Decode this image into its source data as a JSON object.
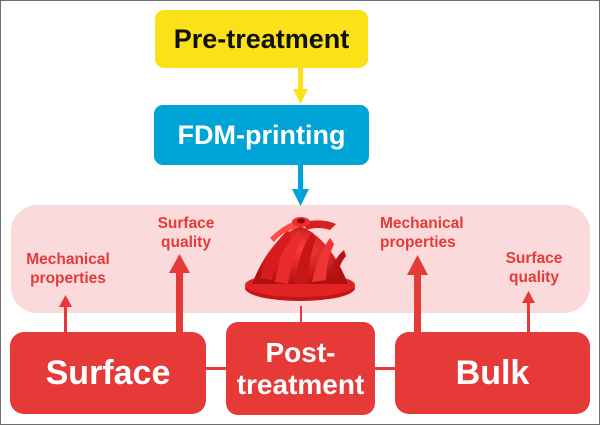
{
  "diagram": {
    "steps": {
      "pre_treatment": "Pre-treatment",
      "fdm_printing": "FDM-printing",
      "post_treatment_line1": "Post-",
      "post_treatment_line2": "treatment"
    },
    "branches": {
      "surface": {
        "label": "Surface",
        "outcomes": {
          "mechanical_line1": "Mechanical",
          "mechanical_line2": "properties",
          "quality_line1": "Surface",
          "quality_line2": "quality"
        }
      },
      "bulk": {
        "label": "Bulk",
        "outcomes": {
          "mechanical_line1": "Mechanical",
          "mechanical_line2": "properties",
          "quality_line1": "Surface",
          "quality_line2": "quality"
        }
      }
    },
    "image": "impeller-3d-printed-part",
    "colors": {
      "pre_treatment": "#fbe118",
      "fdm_printing": "#00a3d6",
      "post_treatment": "#e53a38",
      "band": "#fadadb"
    }
  }
}
